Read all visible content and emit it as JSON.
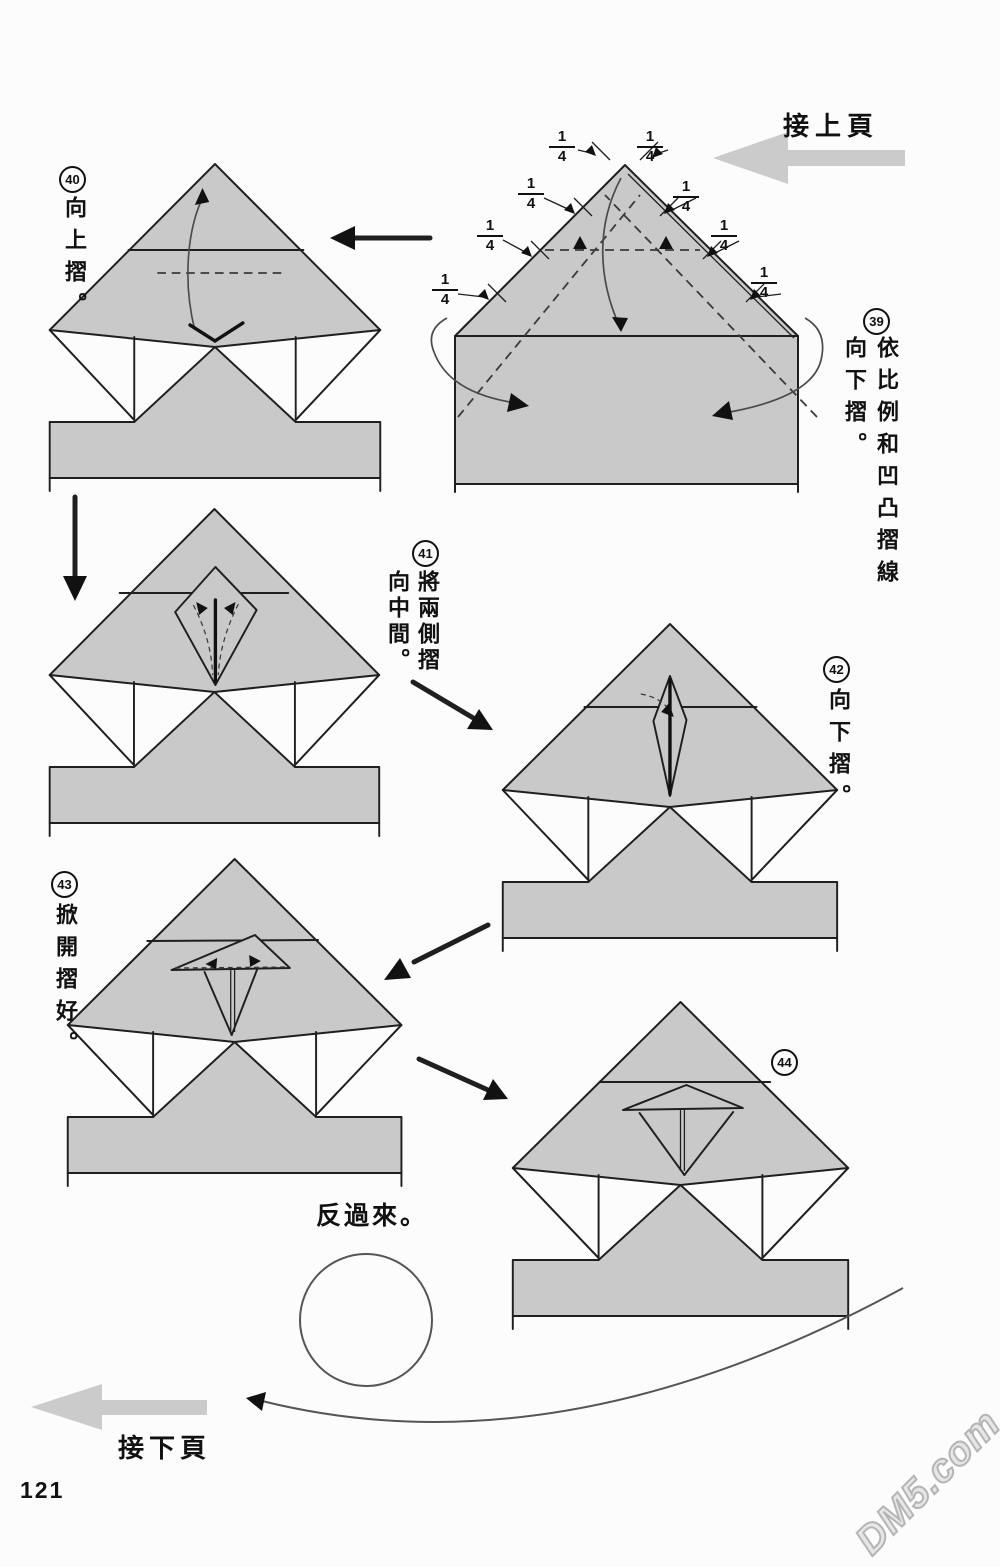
{
  "page": {
    "number": "121",
    "watermark": "DM5.com"
  },
  "nav": {
    "prev_label": "接上頁",
    "next_label": "接下頁"
  },
  "turn_note": "反過來。",
  "fraction": {
    "numerator": "1",
    "denominator": "4"
  },
  "steps": {
    "s39": {
      "number": "39",
      "instruction": "依比例和凹凸摺線向下摺。"
    },
    "s40": {
      "number": "40",
      "instruction": "向上摺。"
    },
    "s41": {
      "number": "41",
      "instruction": "將兩側摺向中間。"
    },
    "s42": {
      "number": "42",
      "instruction": "向下摺。"
    },
    "s43": {
      "number": "43",
      "instruction": "掀開摺好。"
    },
    "s44": {
      "number": "44",
      "instruction": ""
    }
  },
  "colors": {
    "paper_fill": "#c9c9c9",
    "line": "#1f1f1f",
    "nav_arrow_gray": "#cbcbcb"
  }
}
